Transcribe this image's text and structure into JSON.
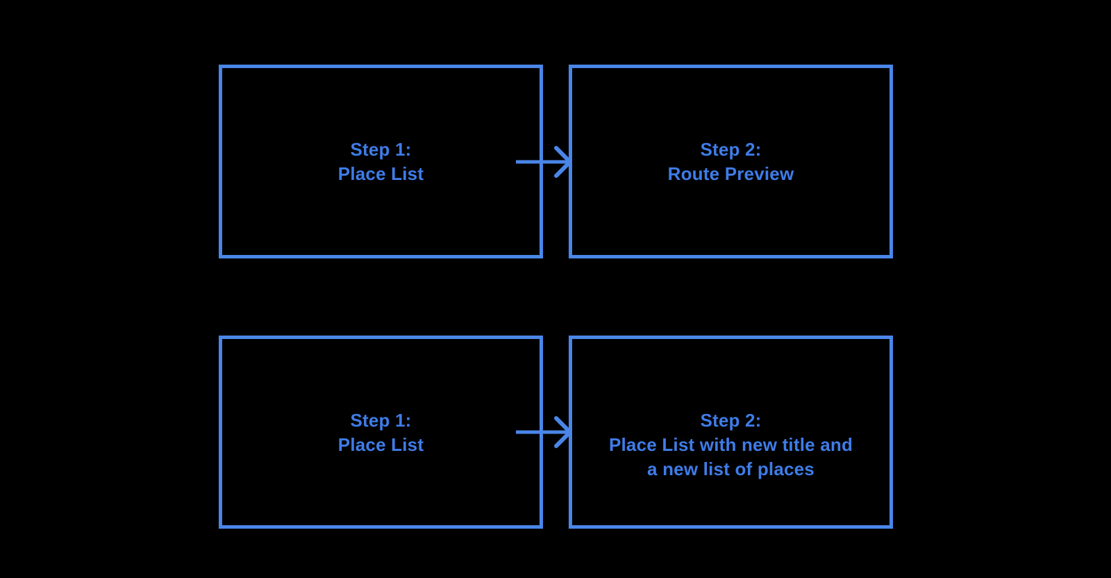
{
  "canvas": {
    "background": "#000000"
  },
  "colors": {
    "box_border": "#4a86e8",
    "box_text": "#3f7ce8",
    "arrow": "#4a86e8"
  },
  "flowchart": {
    "rows": [
      {
        "step1": {
          "lines": [
            "Step 1:",
            "Place List"
          ]
        },
        "step2": {
          "lines": [
            "Step 2:",
            "Route Preview"
          ]
        }
      },
      {
        "step1": {
          "lines": [
            "Step 1:",
            "Place List"
          ]
        },
        "step2": {
          "lines": [
            "Step 2:",
            "Place List with new title and",
            "a new list of places"
          ]
        }
      }
    ]
  }
}
